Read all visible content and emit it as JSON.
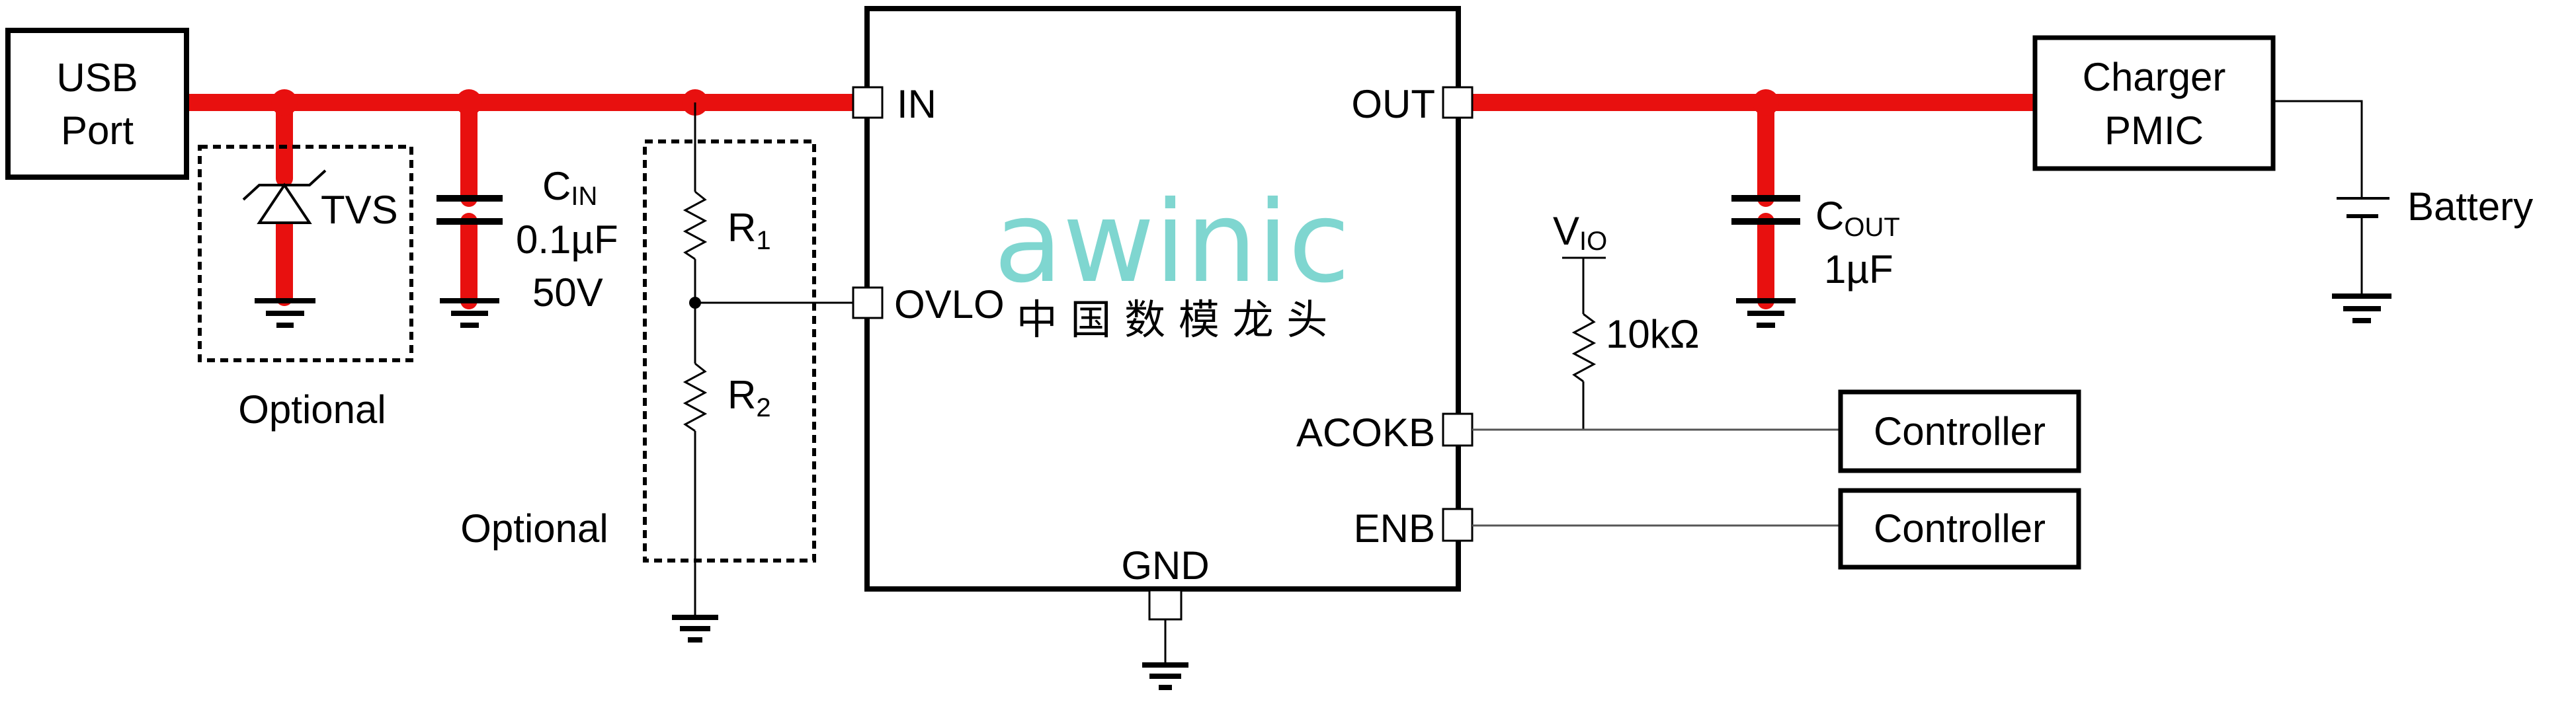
{
  "colors": {
    "power_net": "#e8100f",
    "wire": "#000000",
    "watermark": "#7fd6d0"
  },
  "blocks": {
    "usb": {
      "line1": "USB",
      "line2": "Port"
    },
    "charger": {
      "line1": "Charger",
      "line2": "PMIC"
    },
    "controller_1": "Controller",
    "controller_2": "Controller"
  },
  "components": {
    "tvs": "TVS",
    "cin": {
      "name": "C",
      "sub": "IN",
      "value": "0.1µF",
      "rating": "50V"
    },
    "r1": {
      "name": "R",
      "sub": "1"
    },
    "r2": {
      "name": "R",
      "sub": "2"
    },
    "cout": {
      "name": "C",
      "sub": "OUT",
      "value": "1µF"
    },
    "vio": {
      "name": "V",
      "sub": "IO"
    },
    "pullup": "10kΩ",
    "battery": "Battery"
  },
  "optional_labels": [
    "Optional",
    "Optional"
  ],
  "chip_pins": {
    "in": "IN",
    "ovlo": "OVLO",
    "out": "OUT",
    "acokb": "ACOKB",
    "enb": "ENB",
    "gnd": "GND"
  },
  "watermark": {
    "brand": "awinic",
    "tagline": "中 国 数 模 龙 头"
  }
}
